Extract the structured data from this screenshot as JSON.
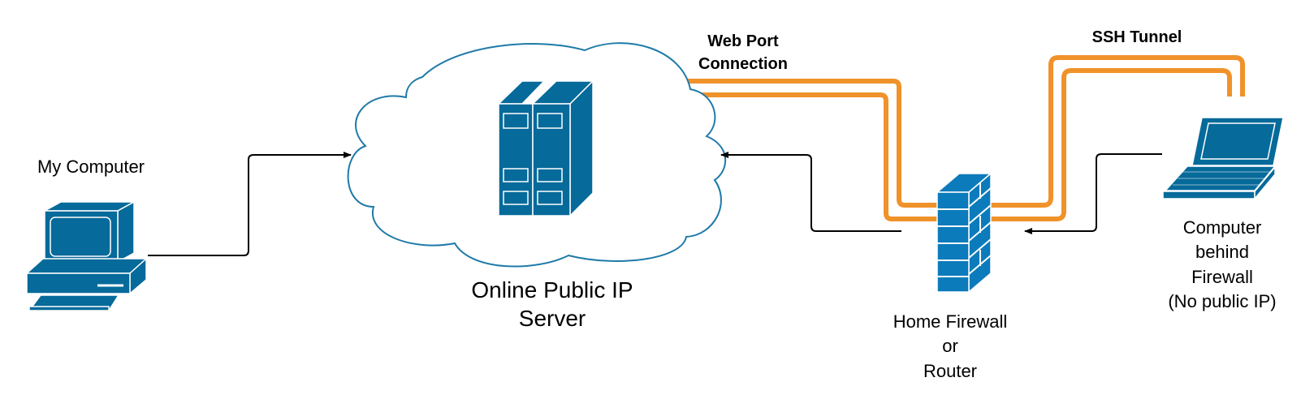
{
  "colors": {
    "device_blue": "#066a9a",
    "firewall_blue": "#0b7bbb",
    "tunnel_orange": "#f0922a",
    "cloud_stroke": "#1f7aa8",
    "arrow": "#000000"
  },
  "nodes": {
    "my_computer": {
      "label": "My Computer",
      "icon": "desktop-computer-icon"
    },
    "server": {
      "label_line1": "Online Public IP",
      "label_line2": "Server",
      "icon": "server-icon",
      "container": "cloud"
    },
    "firewall": {
      "label_line1": "Home Firewall",
      "label_line2": "or",
      "label_line3": "Router",
      "icon": "firewall-icon"
    },
    "remote_computer": {
      "label_line1": "Computer",
      "label_line2": "behind",
      "label_line3": "Firewall",
      "label_line4": "(No public IP)",
      "icon": "laptop-icon"
    }
  },
  "connections": {
    "web_port": {
      "label_line1": "Web Port",
      "label_line2": "Connection"
    },
    "ssh_tunnel": {
      "label": "SSH Tunnel"
    }
  }
}
